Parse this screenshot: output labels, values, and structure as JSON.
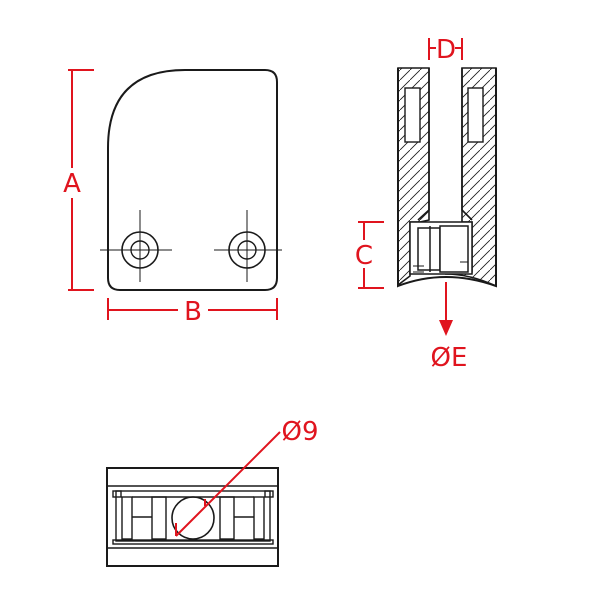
{
  "colors": {
    "outline": "#1a1a1a",
    "dimension": "#e0141e",
    "background": "#ffffff"
  },
  "labels": {
    "a": "A",
    "b": "B",
    "c": "C",
    "d": "D",
    "e": "ØE",
    "hole": "Ø9"
  }
}
